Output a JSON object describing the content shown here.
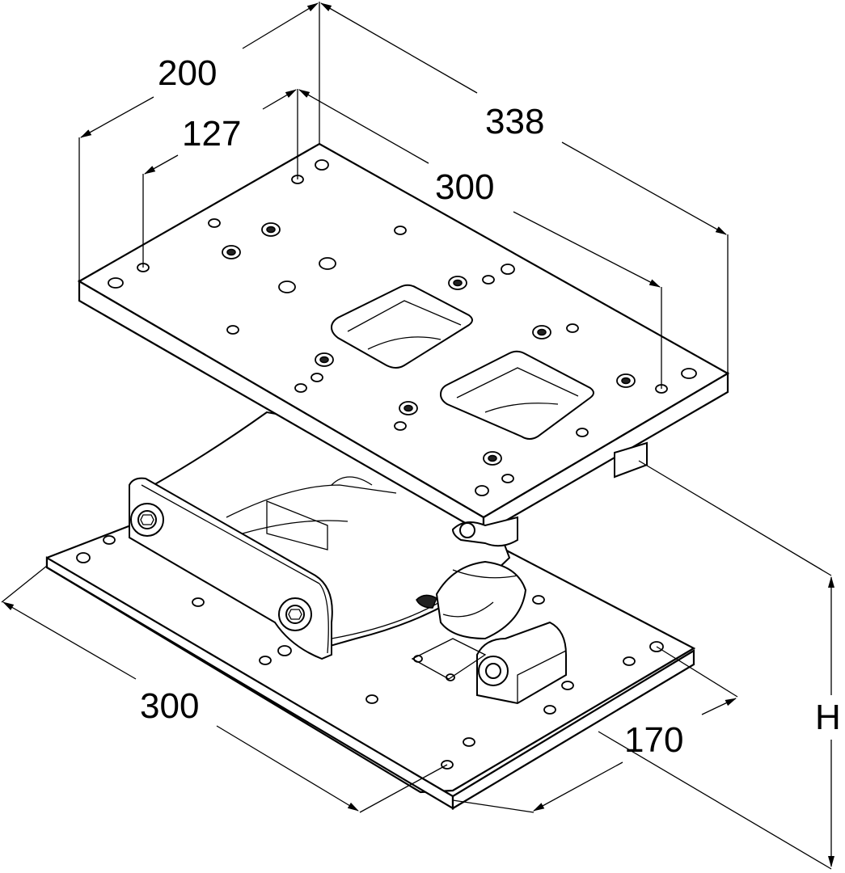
{
  "dimensions": {
    "top_width": "200",
    "top_hole_spacing_short": "127",
    "top_length": "338",
    "top_hole_spacing_long": "300",
    "base_length": "300",
    "base_width": "170",
    "height": "H"
  }
}
